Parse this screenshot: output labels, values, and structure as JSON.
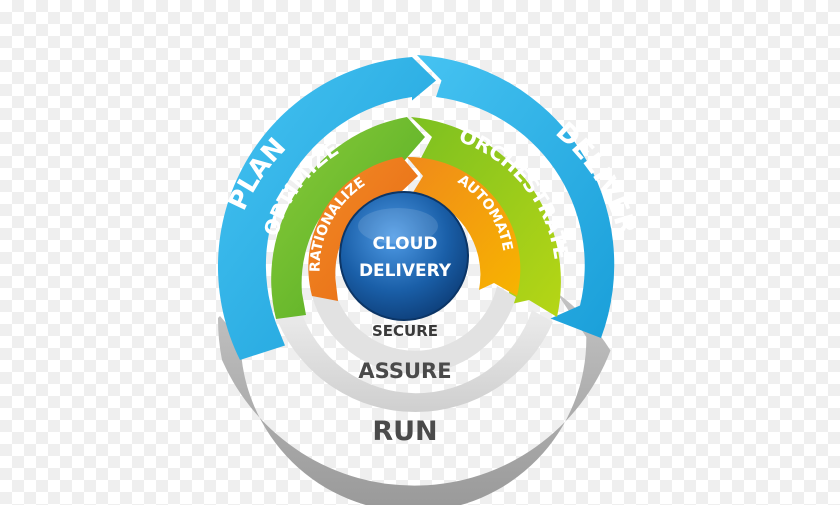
{
  "diagram": {
    "rings": {
      "outer_left": "PLAN",
      "outer_right": "DELIVER",
      "outer_bottom": "RUN",
      "middle_left": "OPTIMIZE",
      "middle_right": "ORCHESTRATE",
      "middle_bottom": "ASSURE",
      "inner_left": "RATIONALIZE",
      "inner_right": "AUTOMATE",
      "inner_bottom": "SECURE"
    },
    "center": {
      "line1": "CLOUD",
      "line2": "DELIVERY"
    },
    "colors": {
      "blue": "#2aaee6",
      "green": "#6cbd2c",
      "lime": "#a6cc1a",
      "orange": "#f07a1e",
      "amber": "#f5a800",
      "gray": "#a9a9a9",
      "light_gray": "#d6d6d6",
      "center_blue": "#1a5fa8"
    }
  }
}
